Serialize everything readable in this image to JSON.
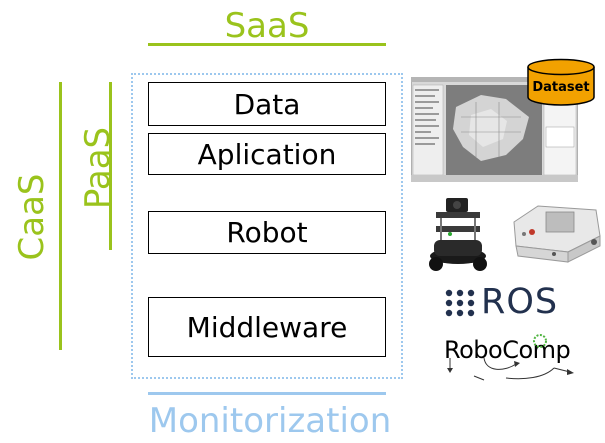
{
  "diagram": {
    "saas_label": "SaaS",
    "paas_label": "PaaS",
    "caas_label": "CaaS",
    "monitorization_label": "Monitorization",
    "layers": [
      "Data",
      "Aplication",
      "Robot",
      "Middleware"
    ]
  },
  "right_panel": {
    "dataset_label": "Dataset",
    "ros_label": "ROS",
    "robocomp_label": "RoboComp"
  },
  "colors": {
    "service_green": "#9ac31c",
    "monitor_blue": "#9dc8ee",
    "dataset_orange": "#f2a100"
  }
}
